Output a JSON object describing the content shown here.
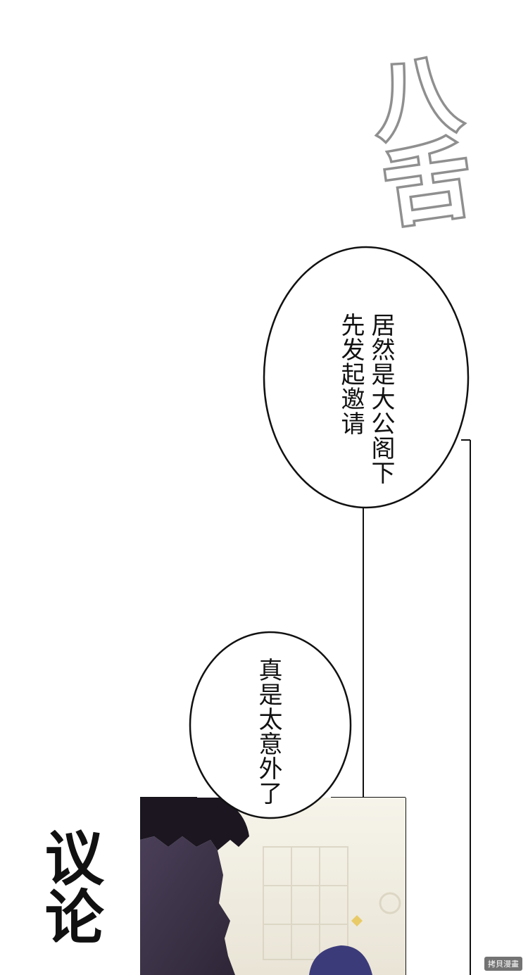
{
  "sfx_top": "八舌",
  "bubble_1": {
    "line_1": "居然是大公阁下",
    "line_2": "先发起邀请"
  },
  "bubble_2": {
    "line_1": "真是太意外了"
  },
  "sfx_bottom": "议论",
  "watermark": "拷貝漫畫",
  "colors": {
    "ink": "#111111",
    "sfx_gray": "#8f8f8f",
    "panel_dark": "#3a3146",
    "panel_bg": "#f1efe4"
  }
}
